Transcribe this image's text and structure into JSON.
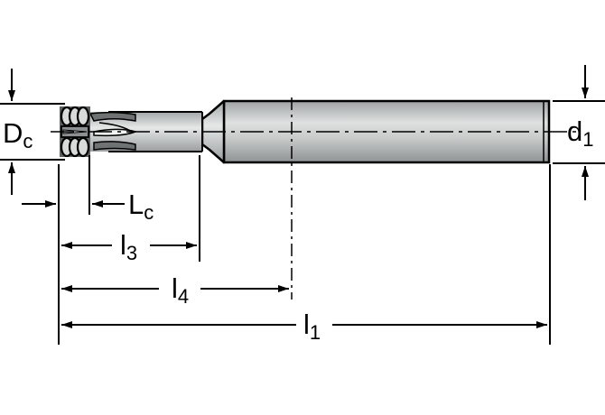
{
  "labels": {
    "dc": {
      "main": "D",
      "sub": "c"
    },
    "d1": {
      "main": "d",
      "sub": "1"
    },
    "lc": {
      "main": "L",
      "sub": "c"
    },
    "l3": {
      "main": "l",
      "sub": "3"
    },
    "l4": {
      "main": "l",
      "sub": "4"
    },
    "l1": {
      "main": "l",
      "sub": "1"
    }
  },
  "colors": {
    "line": "#000000",
    "tool_fill": "#c7c9c9",
    "tool_light": "#e3e5e5",
    "tool_dark": "#8d9191"
  }
}
